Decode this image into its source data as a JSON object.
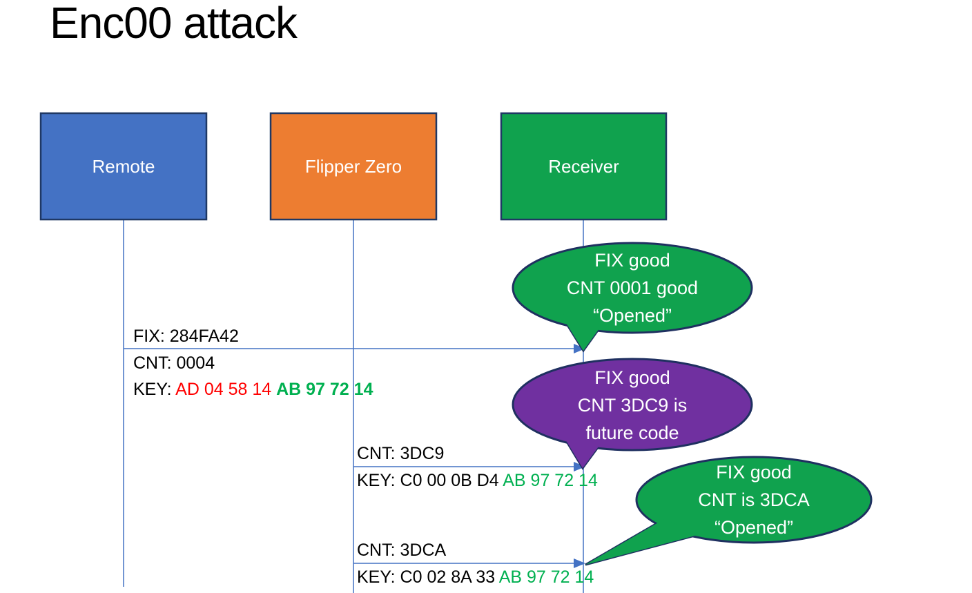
{
  "title": "Enc00 attack",
  "palette": {
    "remote_blue": "#4472C4",
    "flipper_orange": "#ED7D31",
    "receiver_green": "#10A24E",
    "bubble_purple": "#7030A0",
    "line_blue": "#4472C4",
    "border_navy": "#1F3060",
    "key_red": "#FF0000",
    "key_green": "#00B050",
    "text_black": "#000000",
    "label_white": "#FFFFFF"
  },
  "actors": [
    {
      "label": "Remote",
      "color": "#4472C4"
    },
    {
      "label": "Flipper Zero",
      "color": "#ED7D31"
    },
    {
      "label": "Receiver",
      "color": "#10A24E"
    }
  ],
  "messages": [
    {
      "from": "Remote",
      "to": "Receiver",
      "fix_label": "FIX: 284FA42",
      "cnt_label": "CNT: 0004",
      "key_prefix": "KEY: ",
      "key_red": "AD 04 58 14 ",
      "key_green": "AB 97 72 14"
    },
    {
      "from": "Flipper Zero",
      "to": "Receiver",
      "cnt_label": "CNT: 3DC9",
      "key_prefix": "KEY: C0 00 0B D4 ",
      "key_green": "AB 97 72 14"
    },
    {
      "from": "Flipper Zero",
      "to": "Receiver",
      "cnt_label": "CNT: 3DCA",
      "key_prefix": "KEY: C0 02 8A 33 ",
      "key_green": "AB 97 72 14"
    }
  ],
  "bubbles": [
    {
      "color": "#10A24E",
      "lines": [
        "FIX good",
        "CNT 0001 good",
        "“Opened”"
      ]
    },
    {
      "color": "#7030A0",
      "lines": [
        "FIX good",
        "CNT 3DC9 is",
        "future code"
      ]
    },
    {
      "color": "#10A24E",
      "lines": [
        "FIX good",
        "CNT is 3DCA",
        "“Opened”"
      ]
    }
  ]
}
